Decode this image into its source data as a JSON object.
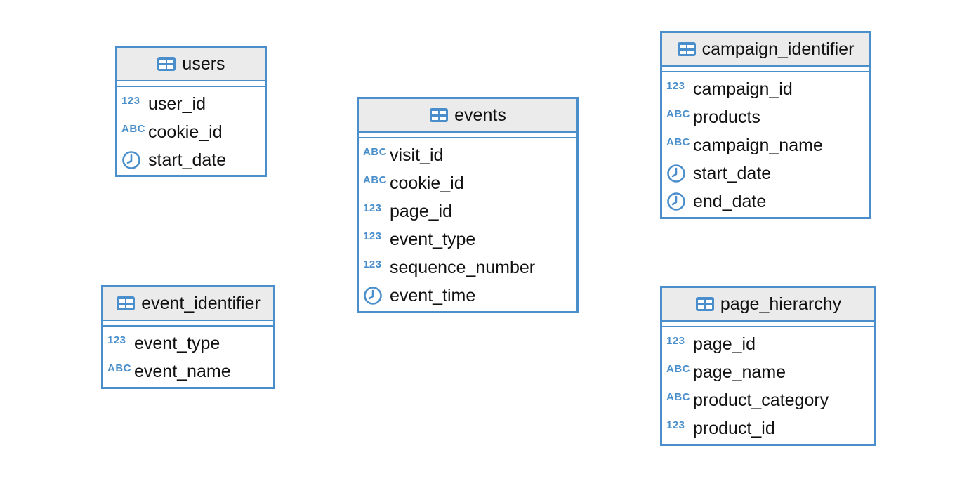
{
  "colors": {
    "border": "#4a8fcb",
    "header_bg": "#ebebeb",
    "icon": "#4a8fcb"
  },
  "type_icons": {
    "numeric": "123",
    "text": "ABC",
    "datetime": "clock-icon"
  },
  "entities": [
    {
      "name": "users",
      "columns": [
        {
          "name": "user_id",
          "type": "numeric"
        },
        {
          "name": "cookie_id",
          "type": "text"
        },
        {
          "name": "start_date",
          "type": "datetime"
        }
      ]
    },
    {
      "name": "events",
      "columns": [
        {
          "name": "visit_id",
          "type": "text"
        },
        {
          "name": "cookie_id",
          "type": "text"
        },
        {
          "name": "page_id",
          "type": "numeric"
        },
        {
          "name": "event_type",
          "type": "numeric"
        },
        {
          "name": "sequence_number",
          "type": "numeric"
        },
        {
          "name": "event_time",
          "type": "datetime"
        }
      ]
    },
    {
      "name": "campaign_identifier",
      "columns": [
        {
          "name": "campaign_id",
          "type": "numeric"
        },
        {
          "name": "products",
          "type": "text"
        },
        {
          "name": "campaign_name",
          "type": "text"
        },
        {
          "name": "start_date",
          "type": "datetime"
        },
        {
          "name": "end_date",
          "type": "datetime"
        }
      ]
    },
    {
      "name": "event_identifier",
      "columns": [
        {
          "name": "event_type",
          "type": "numeric"
        },
        {
          "name": "event_name",
          "type": "text"
        }
      ]
    },
    {
      "name": "page_hierarchy",
      "columns": [
        {
          "name": "page_id",
          "type": "numeric"
        },
        {
          "name": "page_name",
          "type": "text"
        },
        {
          "name": "product_category",
          "type": "text"
        },
        {
          "name": "product_id",
          "type": "numeric"
        }
      ]
    }
  ]
}
